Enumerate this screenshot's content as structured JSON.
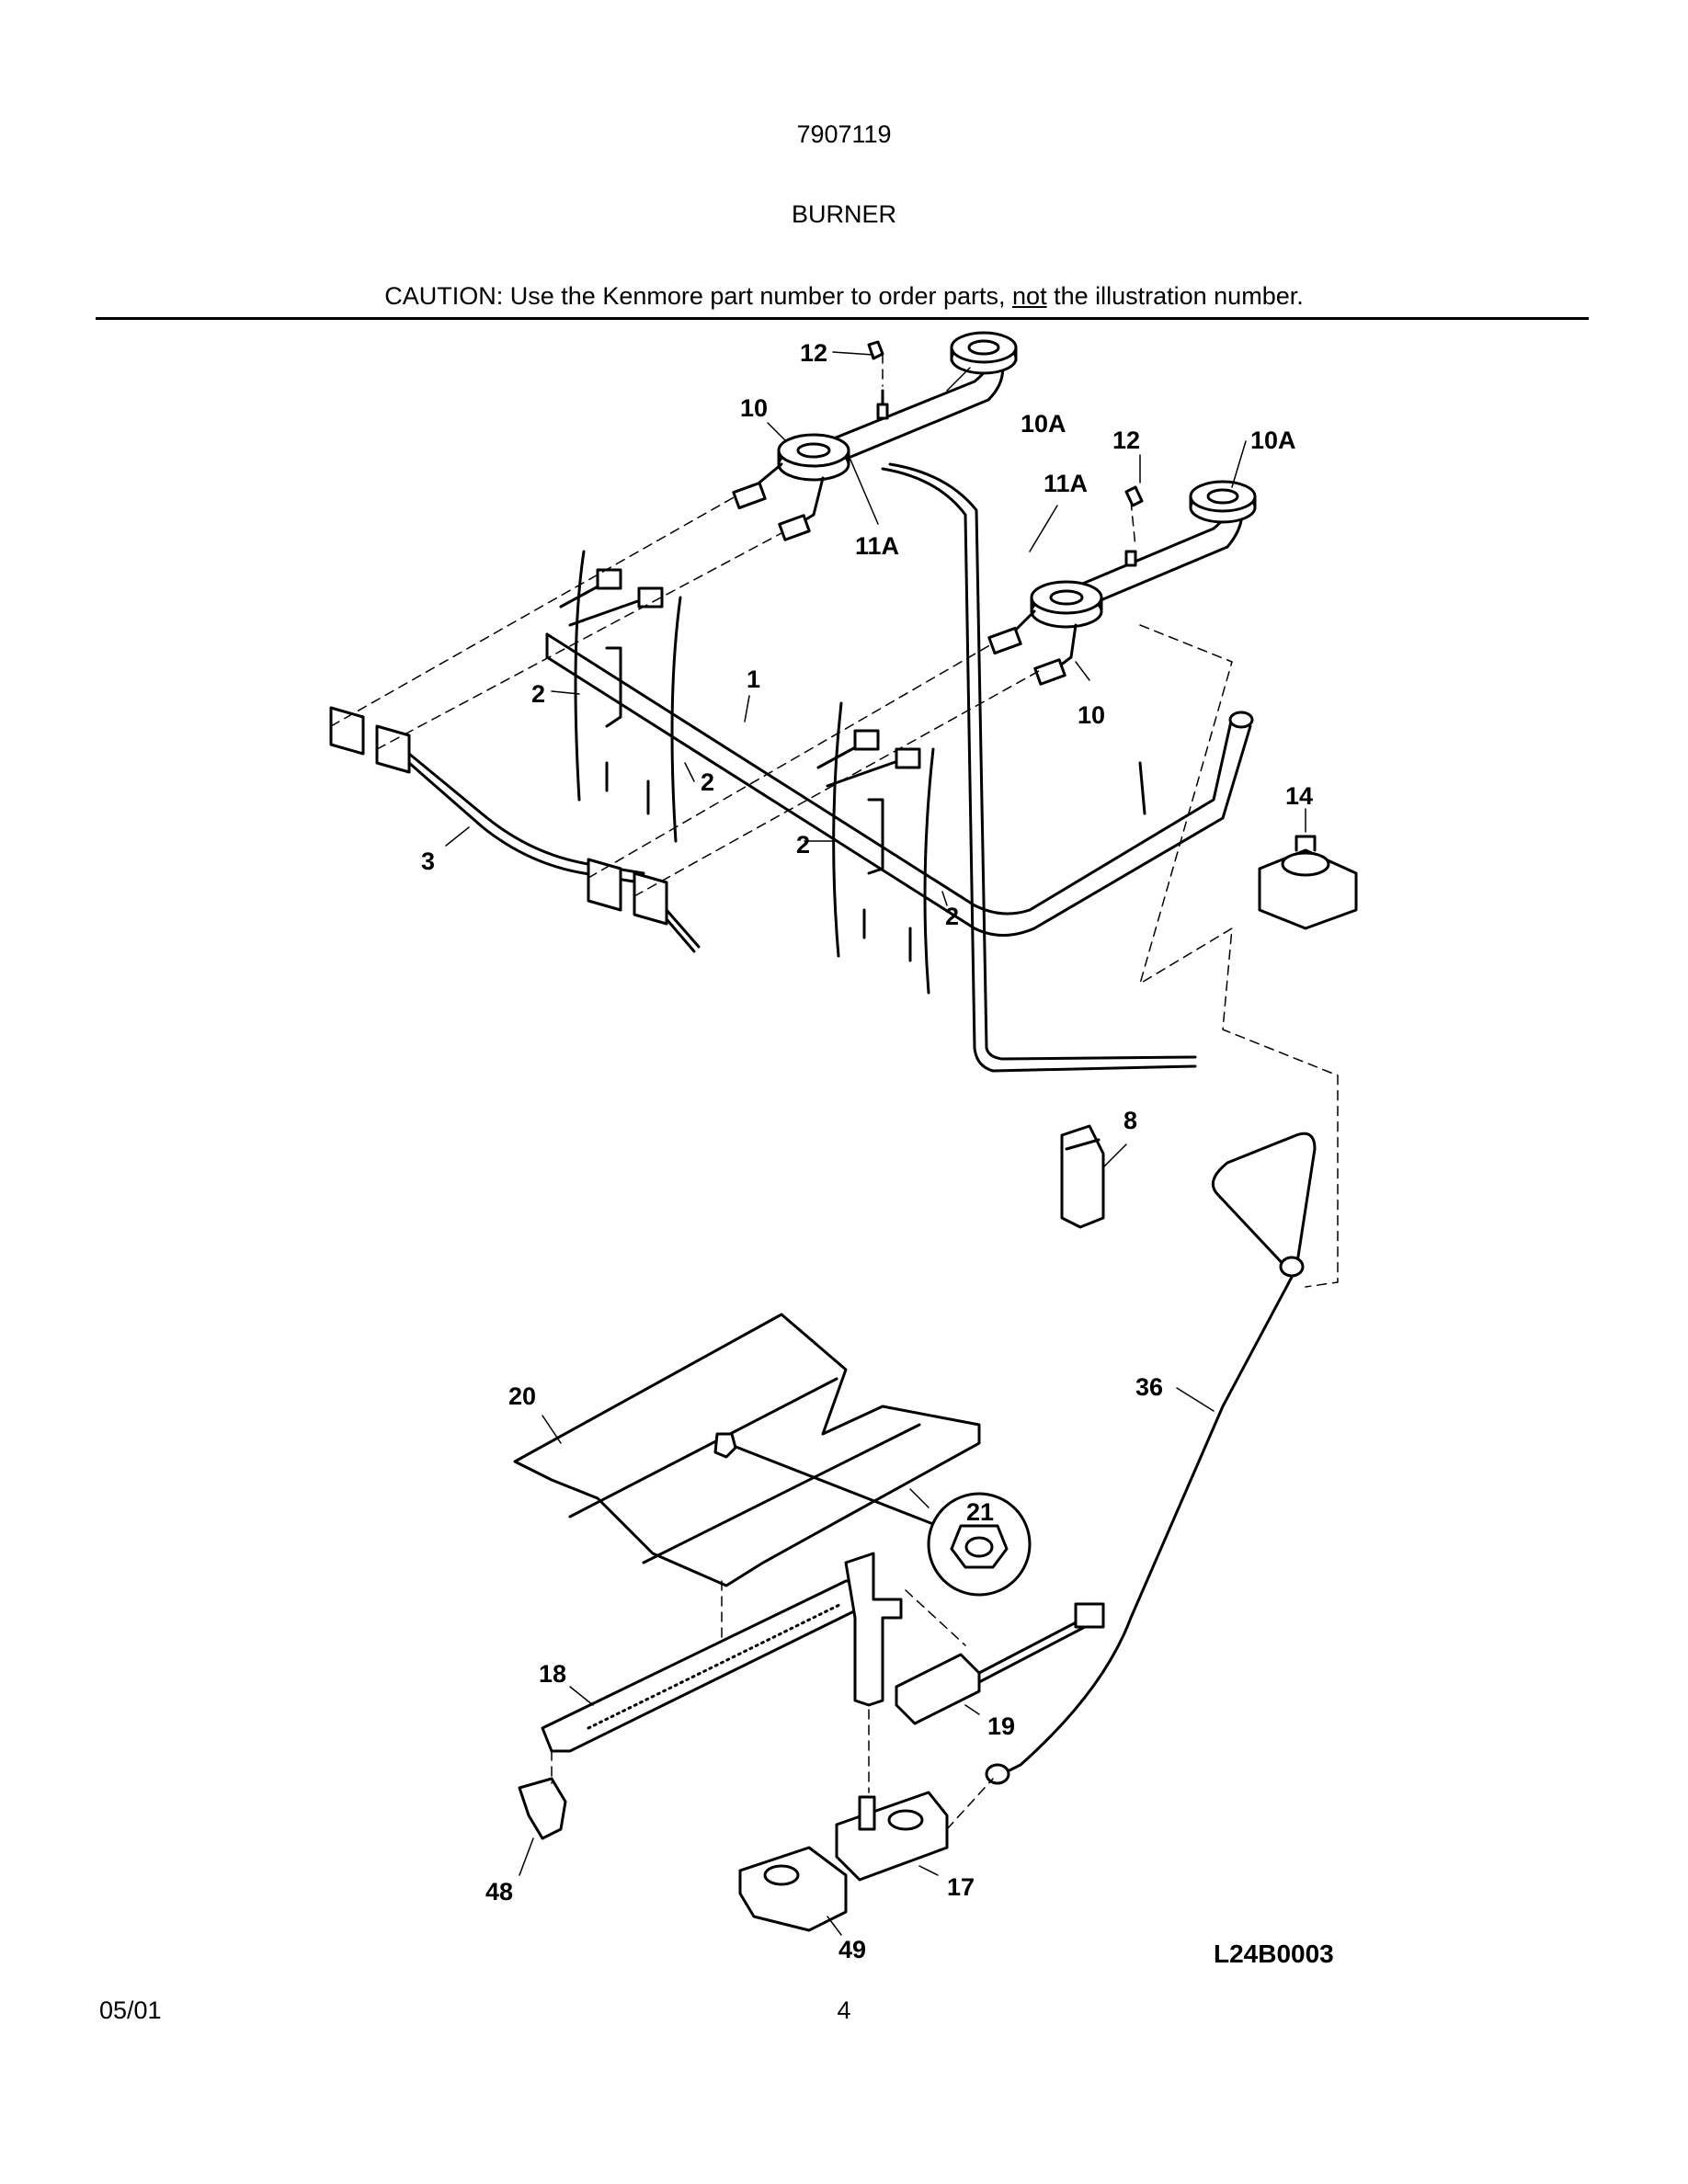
{
  "header": {
    "model": "7907119",
    "section": "BURNER",
    "caution_before": "CAUTION: Use the Kenmore part number to order parts, ",
    "caution_emph": "not",
    "caution_after": " the illustration number."
  },
  "callouts": {
    "c1": "1",
    "c2a": "2",
    "c2b": "2",
    "c2c": "2",
    "c2d": "2",
    "c3": "3",
    "c8": "8",
    "c10a": "10",
    "c10b": "10",
    "c10Aa": "10A",
    "c10Ab": "10A",
    "c11Aa": "11A",
    "c11Ab": "11A",
    "c12a": "12",
    "c12b": "12",
    "c14": "14",
    "c17": "17",
    "c18": "18",
    "c19": "19",
    "c20": "20",
    "c21": "21",
    "c36": "36",
    "c48": "48",
    "c49": "49"
  },
  "figure_code": "L24B0003",
  "footer": {
    "date": "05/01",
    "page": "4"
  }
}
